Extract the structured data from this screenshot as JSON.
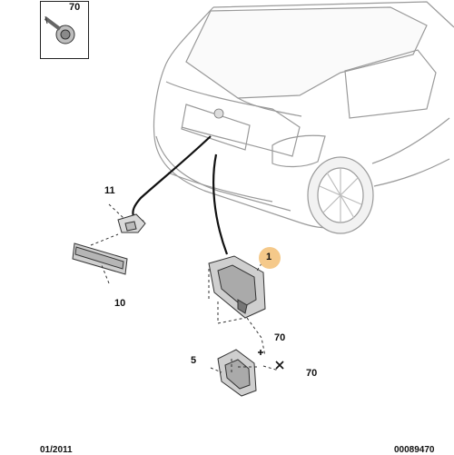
{
  "inset": {
    "part_number": "70"
  },
  "callouts": {
    "handle_switch": "11",
    "handle": "10",
    "lock": "1",
    "striker": "5",
    "screw_lock": "70",
    "screw_striker": "70"
  },
  "footer": {
    "date": "01/2011",
    "reference": "00089470"
  },
  "colors": {
    "callout_circle": "#f5c98a",
    "line": "#111111",
    "car_outline": "#9a9a9a"
  }
}
